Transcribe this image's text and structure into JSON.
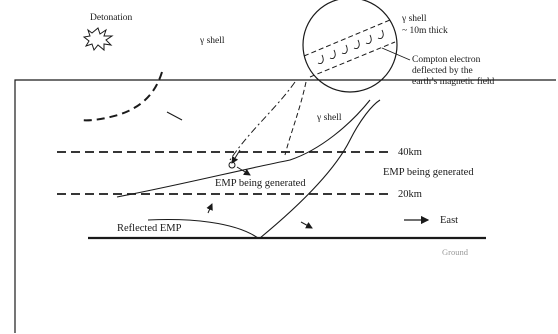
{
  "labels": {
    "detonation": "Detonation",
    "gamma_shell_top": "γ shell",
    "inset_shell": "γ shell",
    "inset_thickness": "~ 10m thick",
    "compton_1": "Compton electron",
    "compton_2": "deflected by the",
    "compton_3": "earth’s magnetic field",
    "gamma_shell_lower": "γ shell",
    "alt_40": "40km",
    "alt_20": "20km",
    "emp_generated_center": "EMP being generated",
    "emp_generated_right": "EMP being generated",
    "east": "East",
    "reflected": "Reflected EMP",
    "ground": "Ground"
  },
  "colors": {
    "ink": "#1a1a1a",
    "ground_label": "#9a9a9a",
    "background": "#ffffff"
  }
}
